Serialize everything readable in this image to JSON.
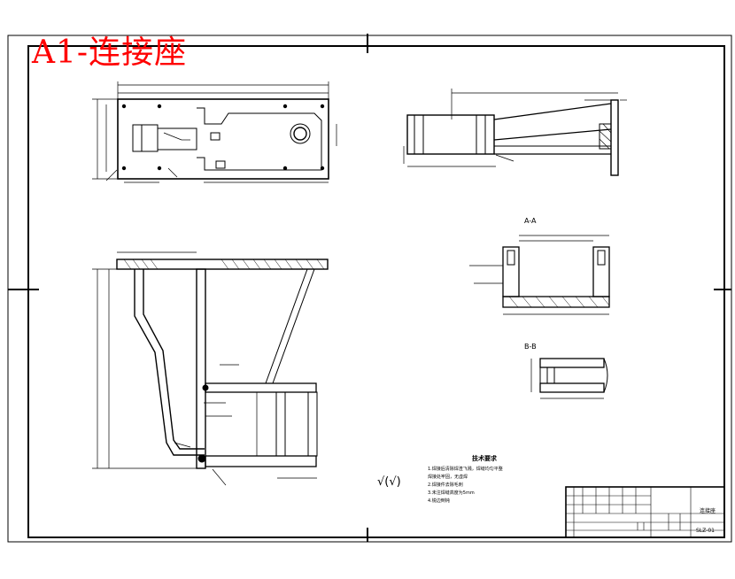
{
  "drawing": {
    "big_title": "A1-连接座",
    "tech_requirements_title": "技术要求",
    "tech_requirements": [
      "1.焊接后清除焊渣飞溅，焊缝均匀平整",
      "焊接处牢固，无虚焊",
      "2.焊接件去除毛刺",
      "3.未注焊缝高度为5mm",
      "4.锐边倒钝"
    ],
    "surface_symbol": "√(√)",
    "section_labels": [
      "A-A",
      "B-B"
    ],
    "title_block": {
      "part_name": "连接座",
      "drawing_number": "SLZ-01"
    }
  }
}
